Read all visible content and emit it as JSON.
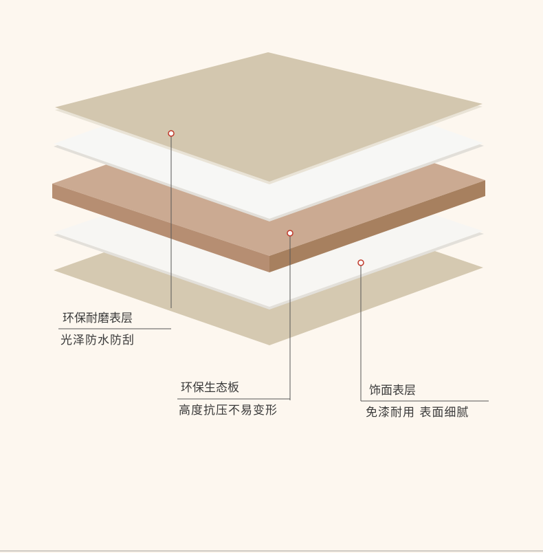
{
  "colors": {
    "background": "#fdf7ef",
    "top_layer": "#d4c8b0",
    "white_layer": "#f6f6f4",
    "core_top": "#c9a58c",
    "core_front": "#b58a6d",
    "bottom_layer": "#d4c8b0",
    "callout_dot": "#c0392b",
    "callout_line": "#444444"
  },
  "callouts": [
    {
      "title": "环保耐磨表层",
      "subtitle": "光泽防水防刮"
    },
    {
      "title": "环保生态板",
      "subtitle": "高度抗压不易变形"
    },
    {
      "title": "饰面表层",
      "subtitle": "免漆耐用 表面细腻"
    }
  ]
}
